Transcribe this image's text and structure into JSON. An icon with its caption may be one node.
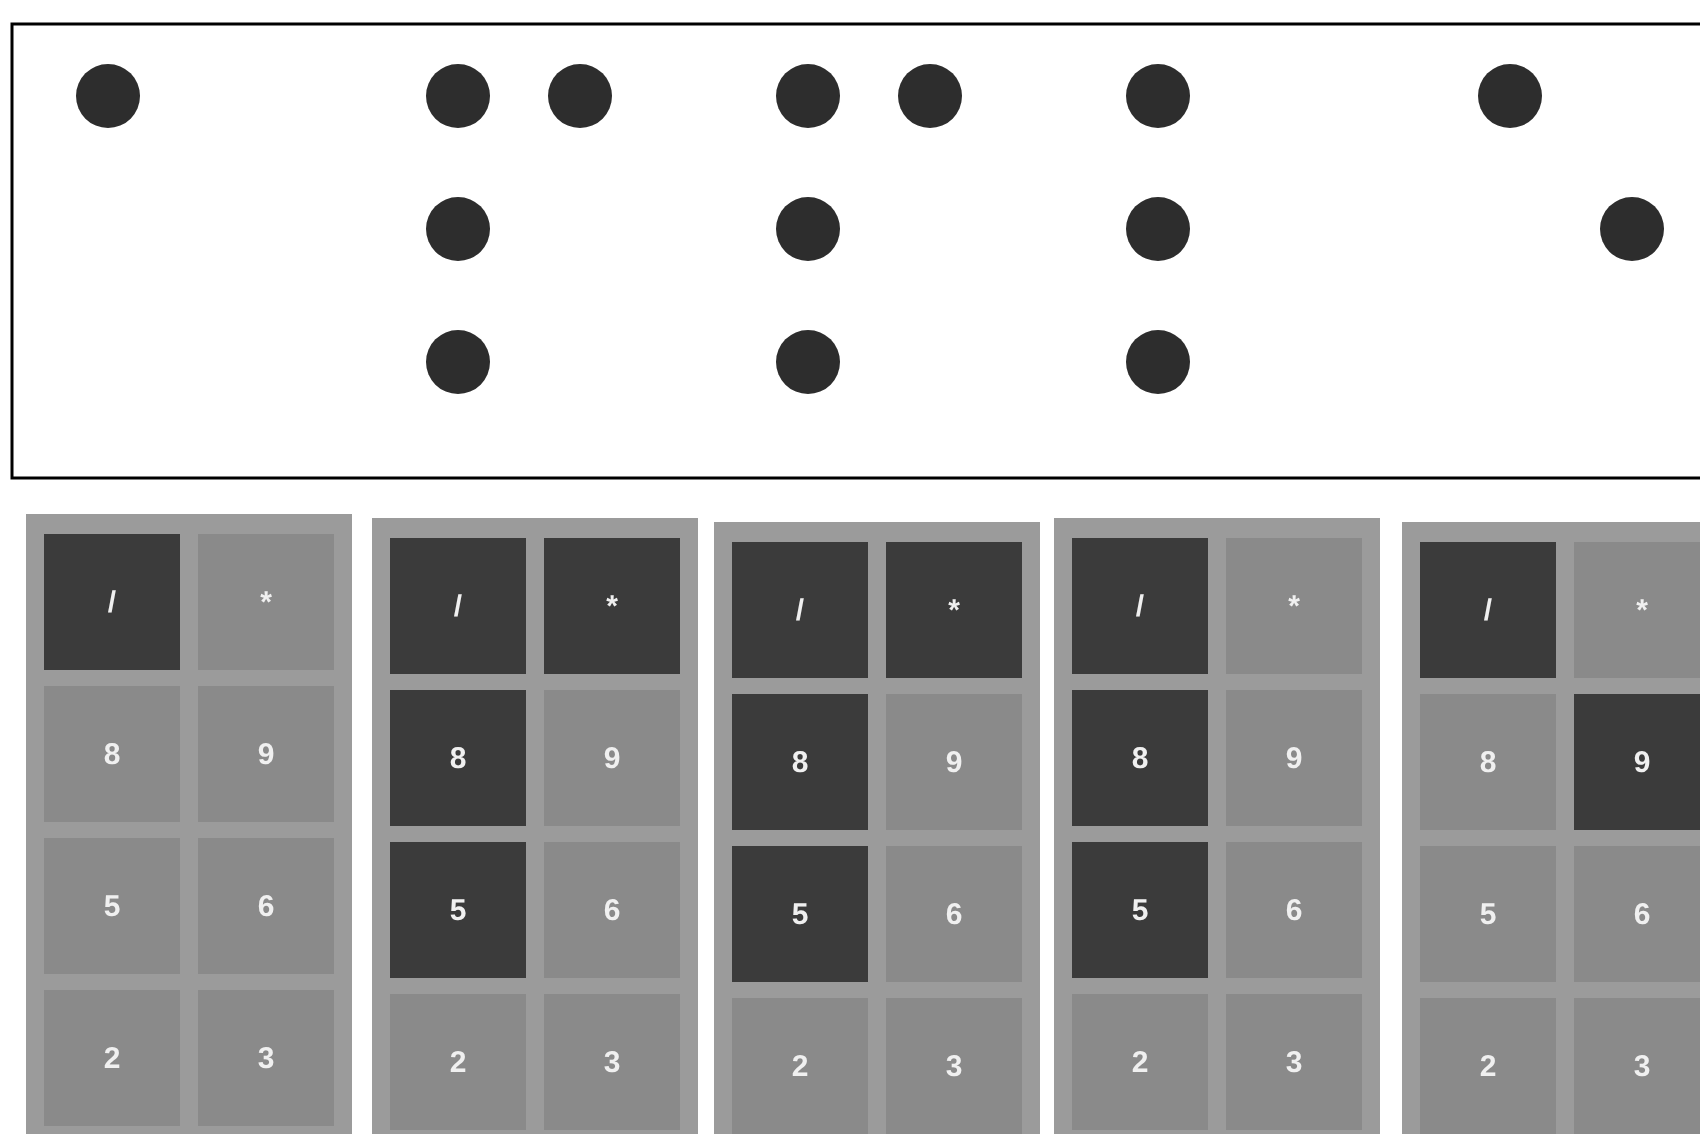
{
  "diagram": {
    "nodes": [
      {
        "text": [],
        "shape": "box"
      },
      {
        "text": [
          "/"
        ],
        "in": 0
      },
      {
        "text": [
          "*"
        ],
        "in": 0
      },
      {
        "text": [
          "8"
        ],
        "in": 0
      },
      {
        "text": [
          "9"
        ],
        "in": 0
      },
      {
        "text": [
          "5"
        ],
        "in": 0
      },
      {
        "text": [
          "6"
        ],
        "in": 0
      },
      {
        "text": [
          "2"
        ],
        "in": 0
      },
      {
        "text": [
          "3"
        ],
        "in": 0
      },
      {
        "text": [],
        "shape": "box"
      },
      {
        "text": [
          "/"
        ],
        "in": 9
      },
      {
        "text": [
          "*"
        ],
        "in": 9
      },
      {
        "text": [
          "8"
        ],
        "in": 9
      },
      {
        "text": [
          "9"
        ],
        "in": 9
      },
      {
        "text": [
          "5"
        ],
        "in": 9
      },
      {
        "text": [
          "6"
        ],
        "in": 9
      },
      {
        "text": [
          "2"
        ],
        "in": 9
      },
      {
        "text": [
          "3"
        ],
        "in": 9
      },
      {
        "text": [],
        "shape": "box"
      },
      {
        "text": [
          "/"
        ],
        "in": 18
      },
      {
        "text": [
          "*"
        ],
        "in": 18
      },
      {
        "text": [
          "8"
        ],
        "in": 18
      },
      {
        "text": [
          "9"
        ],
        "in": 18
      },
      {
        "text": [
          "5"
        ],
        "in": 18
      },
      {
        "text": [
          "6"
        ],
        "in": 18
      },
      {
        "text": [
          "2"
        ],
        "in": 18
      },
      {
        "text": [
          "3"
        ],
        "in": 18
      },
      {
        "text": [],
        "shape": "box"
      },
      {
        "text": [
          "/"
        ],
        "in": 27
      },
      {
        "text": [
          "*"
        ],
        "in": 27
      },
      {
        "text": [
          "8"
        ],
        "in": 27
      },
      {
        "text": [
          "9"
        ],
        "in": 27
      },
      {
        "text": [
          "5"
        ],
        "in": 27
      },
      {
        "text": [
          "6"
        ],
        "in": 27
      },
      {
        "text": [
          "2"
        ],
        "in": 27
      },
      {
        "text": [
          "3"
        ],
        "in": 27
      },
      {
        "text": [],
        "shape": "box"
      },
      {
        "text": [
          "/"
        ],
        "in": 36
      },
      {
        "text": [
          "*"
        ],
        "in": 36
      },
      {
        "text": [
          "8"
        ],
        "in": 36
      },
      {
        "text": [
          "9"
        ],
        "in": 36
      },
      {
        "text": [
          "5"
        ],
        "in": 36
      },
      {
        "text": [
          "6"
        ],
        "in": 36
      },
      {
        "text": [
          "2"
        ],
        "in": 36
      },
      {
        "text": [
          "3"
        ],
        "in": 36
      }
    ]
  }
}
